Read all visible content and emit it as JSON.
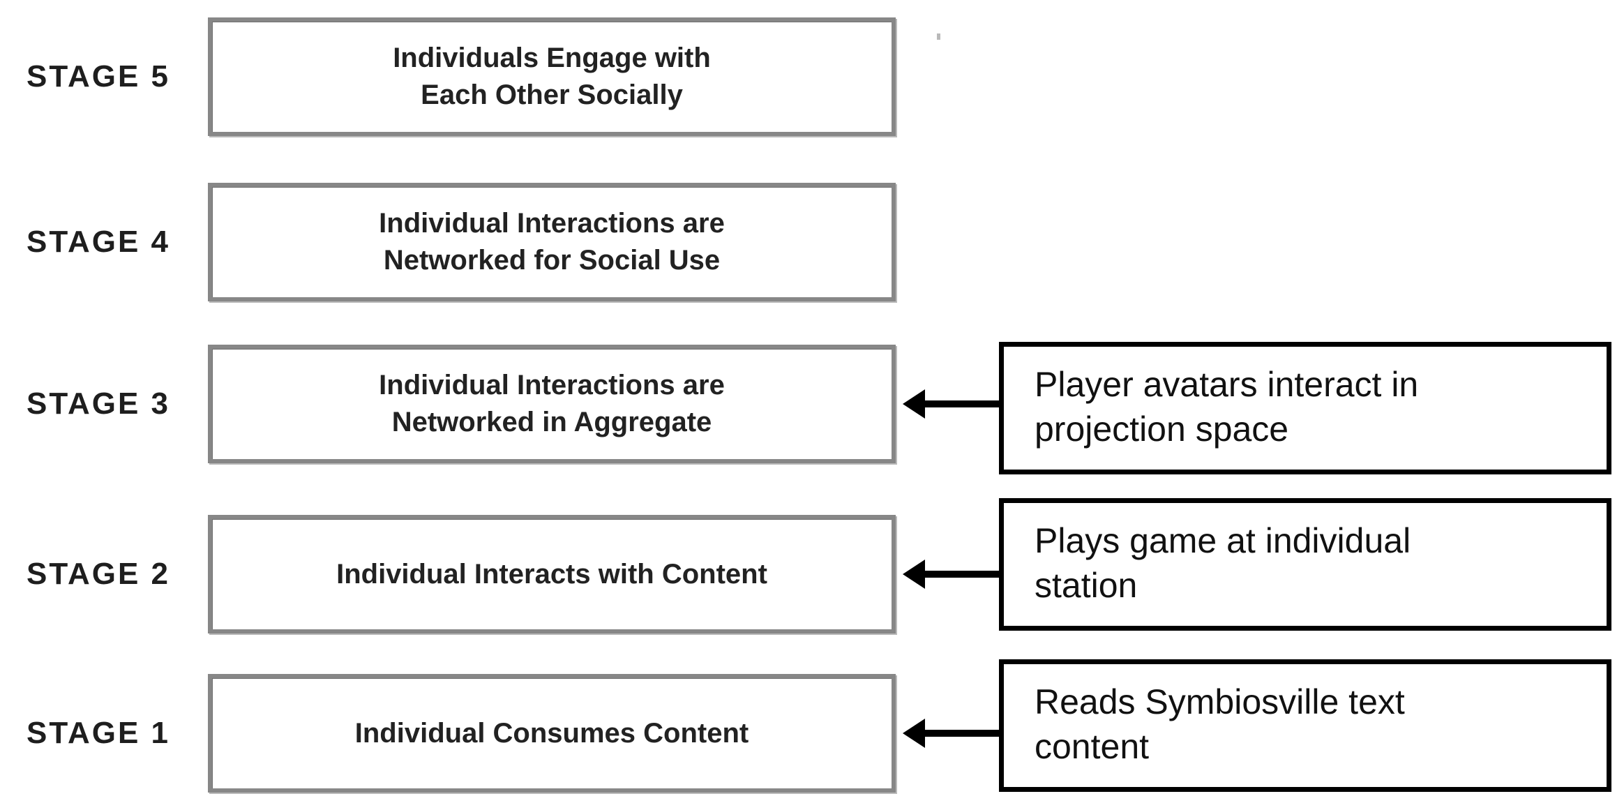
{
  "diagram": {
    "stages": [
      {
        "label": "STAGE 5",
        "box_line1": "Individuals Engage with",
        "box_line2": "Each Other Socially"
      },
      {
        "label": "STAGE 4",
        "box_line1": "Individual Interactions are",
        "box_line2": "Networked for Social Use"
      },
      {
        "label": "STAGE 3",
        "box_line1": "Individual Interactions are",
        "box_line2": "Networked in Aggregate",
        "callout_line1": "Player avatars interact in",
        "callout_line2": "projection space"
      },
      {
        "label": "STAGE 2",
        "box_line1": "Individual Interacts with Content",
        "box_line2": "",
        "callout_line1": "Plays game at individual",
        "callout_line2": "station"
      },
      {
        "label": "STAGE 1",
        "box_line1": "Individual Consumes Content",
        "box_line2": "",
        "callout_line1": "Reads Symbiosville text",
        "callout_line2": "content"
      }
    ],
    "colors": {
      "background": "#ffffff",
      "stage_box_border": "#878787",
      "callout_border": "#000000",
      "arrow": "#000000",
      "text": "#1e1e1e"
    }
  }
}
